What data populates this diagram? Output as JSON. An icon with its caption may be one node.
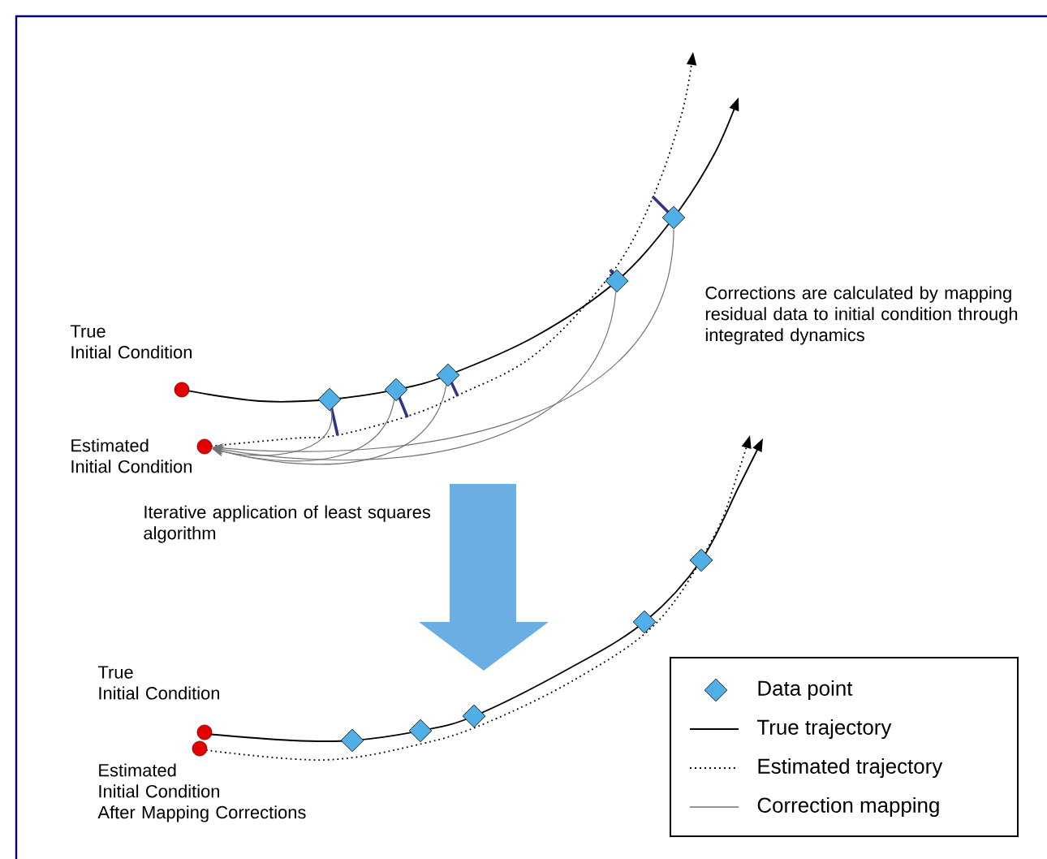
{
  "diagram": {
    "nodes": [
      {
        "text": [],
        "shape": "circle",
        "beside": [
          "True Initial Condition"
        ]
      },
      {
        "text": [],
        "shape": "circle",
        "beside": [
          "Estimated Initial Condition"
        ]
      },
      {
        "text": [],
        "shape": "diamond"
      },
      {
        "text": [],
        "shape": "diamond"
      },
      {
        "text": [],
        "shape": "diamond"
      },
      {
        "text": [],
        "shape": "diamond"
      },
      {
        "text": [],
        "shape": "diamond"
      },
      {
        "text": [],
        "shape": "circle",
        "beside": [
          "True Initial Condition"
        ]
      },
      {
        "text": [],
        "shape": "circle",
        "beside": [
          "Estimated Initial Condition After Mapping Corrections"
        ]
      },
      {
        "text": [],
        "shape": "diamond"
      },
      {
        "text": [],
        "shape": "diamond"
      },
      {
        "text": [],
        "shape": "diamond"
      },
      {
        "text": [],
        "shape": "diamond"
      },
      {
        "text": [],
        "shape": "diamond"
      }
    ],
    "edges": [
      {
        "from": 2,
        "to": 1,
        "arrow": "to"
      },
      {
        "from": 3,
        "to": 1,
        "arrow": "to"
      },
      {
        "from": 4,
        "to": 1,
        "arrow": "to"
      },
      {
        "from": 5,
        "to": 1,
        "arrow": "to"
      },
      {
        "from": 6,
        "to": 1,
        "arrow": "to"
      }
    ],
    "labels": [
      "Corrections are calculated by mapping residual data to initial condition through integrated dynamics",
      "Iterative application of least squares algorithm"
    ],
    "legend": [
      {
        "text": "Data point"
      },
      {
        "text": "True trajectory"
      },
      {
        "text": "Estimated trajectory"
      },
      {
        "text": "Correction mapping"
      }
    ]
  }
}
